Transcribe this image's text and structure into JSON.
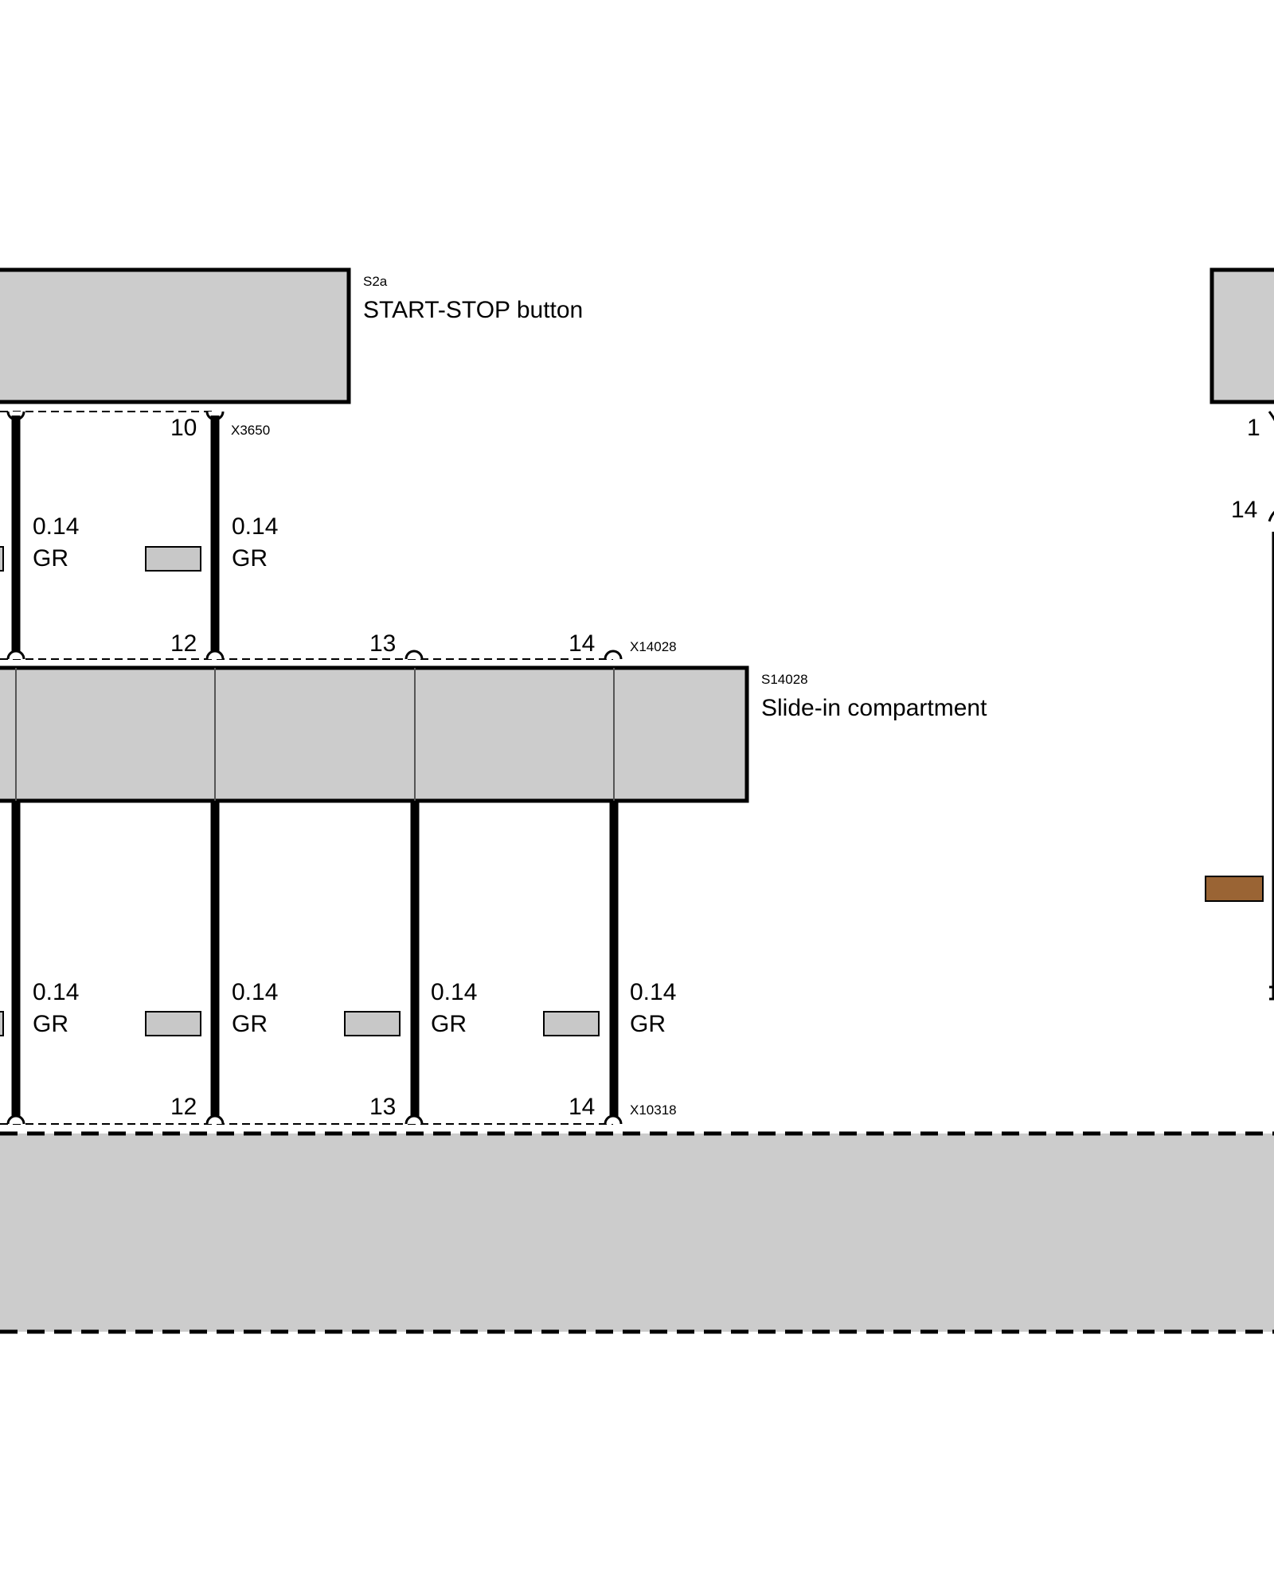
{
  "start_stop": {
    "code": "S2a",
    "title": "START-STOP button",
    "connector": "X3650",
    "pin": "10"
  },
  "slide_in": {
    "code": "S14028",
    "title": "Slide-in compartment",
    "connector_top": "X14028",
    "connector_bottom": "X10318",
    "pins_top": [
      "12",
      "13",
      "14"
    ],
    "pins_bottom": [
      "12",
      "13",
      "14"
    ]
  },
  "right_component": {
    "pin_top": "1",
    "pin_mid": "14"
  },
  "wires": {
    "gauge": "0.14",
    "color_code": "GR"
  },
  "colors": {
    "component_fill": "#cccccc",
    "wire_swatch_grey": "#c8c8c8",
    "wire_swatch_brown": "#9a6434"
  }
}
